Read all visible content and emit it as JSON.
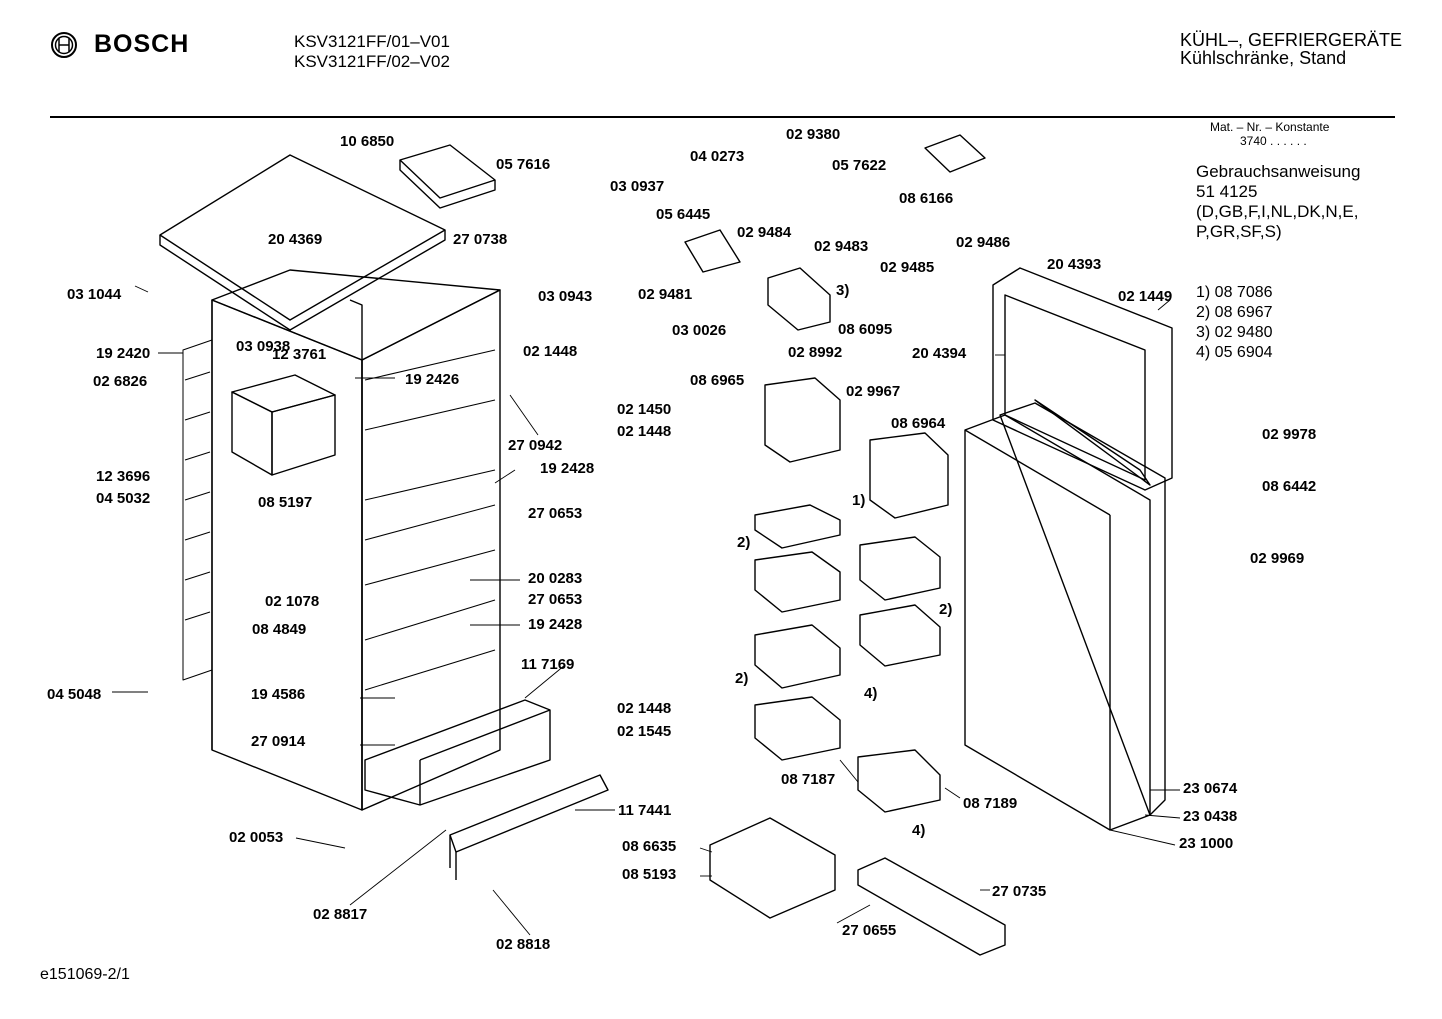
{
  "header": {
    "brand": "BOSCH",
    "models": [
      "KSV3121FF/01–V01",
      "KSV3121FF/02–V02"
    ],
    "category": [
      "KÜHL–, GEFRIERGERÄTE",
      "Kühlschränke, Stand"
    ]
  },
  "info": {
    "mat_heading": "Mat. – Nr. – Konstante",
    "mat_value": "3740 . . . . . .",
    "manual_lines": [
      "Gebrauchsanweisung",
      "51 4125",
      "(D,GB,F,I,NL,DK,N,E,",
      "P,GR,SF,S)"
    ],
    "notes": [
      "1) 08 7086",
      "2) 08 6967",
      "3) 02 9480",
      "4) 05 6904"
    ]
  },
  "parts": [
    "10 6850",
    "05 7616",
    "03 0937",
    "20 4369",
    "27 0738",
    "03 1044",
    "03 0943",
    "03 0938",
    "19 2420",
    "02 6826",
    "12 3761",
    "19 2426",
    "02 1448",
    "02 1450",
    "02 1448",
    "27 0942",
    "08 5197",
    "12 3696",
    "04 5032",
    "19 2428",
    "27 0653",
    "02 1078",
    "20 0283",
    "27 0653",
    "08 4849",
    "19 2428",
    "11 7169",
    "04 5048",
    "19 4586",
    "27 0914",
    "02 1448",
    "02 1545",
    "11 7441",
    "02 0053",
    "02 8817",
    "02 8818",
    "04 0273",
    "02 9380",
    "05 7622",
    "08 6166",
    "05 6445",
    "02 9484",
    "02 9481",
    "03 0026",
    "08 6095",
    "02 8992",
    "02 9483",
    "02 9485",
    "02 9486",
    "3)",
    "08 6965",
    "02 9967",
    "08 6964",
    "1)",
    "2)",
    "2)",
    "2)",
    "4)",
    "08 7187",
    "08 7189",
    "4)",
    "08 6635",
    "08 5193",
    "27 0735",
    "27 0655",
    "20 4393",
    "02 1449",
    "20 4394",
    "02 9978",
    "08 6442",
    "02 9969",
    "23 0674",
    "23 0438",
    "23 1000"
  ],
  "footer": "e151069-2/1"
}
